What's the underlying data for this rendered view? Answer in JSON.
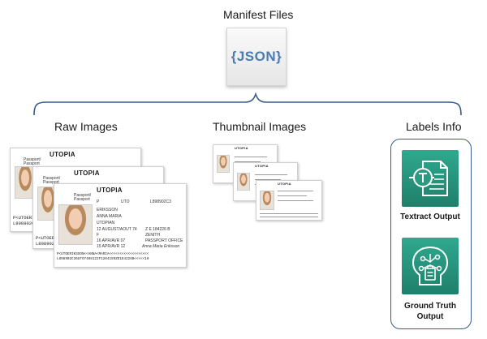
{
  "manifest": {
    "title": "Manifest Files",
    "badge": "{JSON}"
  },
  "sections": {
    "raw": "Raw Images",
    "thumbnail": "Thumbnail Images",
    "labels": "Labels Info"
  },
  "passport": {
    "country": "UTOPIA",
    "doc_label_1": "Passport/",
    "doc_label_2": "Passport",
    "mrz_short": "P<UTOERI\nL898902C",
    "mrz_full": "P<UTOERIKSSON<<ANNA<MARIA<<<<<<<<<<<<<<<<<<<\nL898902C36UTO7408122F1204159ZE184226B<<<<<10",
    "signature": "Anna Maria Eriksson",
    "type_value": "P",
    "code_value": "UTO",
    "passport_no": "L898902C3",
    "surname": "ERIKSSON",
    "given_names": "ANNA MARIA",
    "nationality": "UTOPIAN",
    "dob": "12 AUGUST/AOUT 74",
    "personal_no": "Z E 184226 B",
    "sex": "F",
    "place_of_birth": "ZENITH",
    "date_issue": "16 APR/AVR 07",
    "authority": "PASSPORT OFFICE",
    "date_expiry": "15 APR/AVR 12"
  },
  "outputs": [
    {
      "label": "Textract Output",
      "icon": "textract-icon"
    },
    {
      "label": "Ground Truth Output",
      "label_line1": "Ground Truth",
      "label_line2": "Output",
      "icon": "ground-truth-icon"
    }
  ],
  "colors": {
    "brace": "#3b5b8a",
    "service_green": "#1f7f6a",
    "json_blue": "#4a7bb3"
  }
}
